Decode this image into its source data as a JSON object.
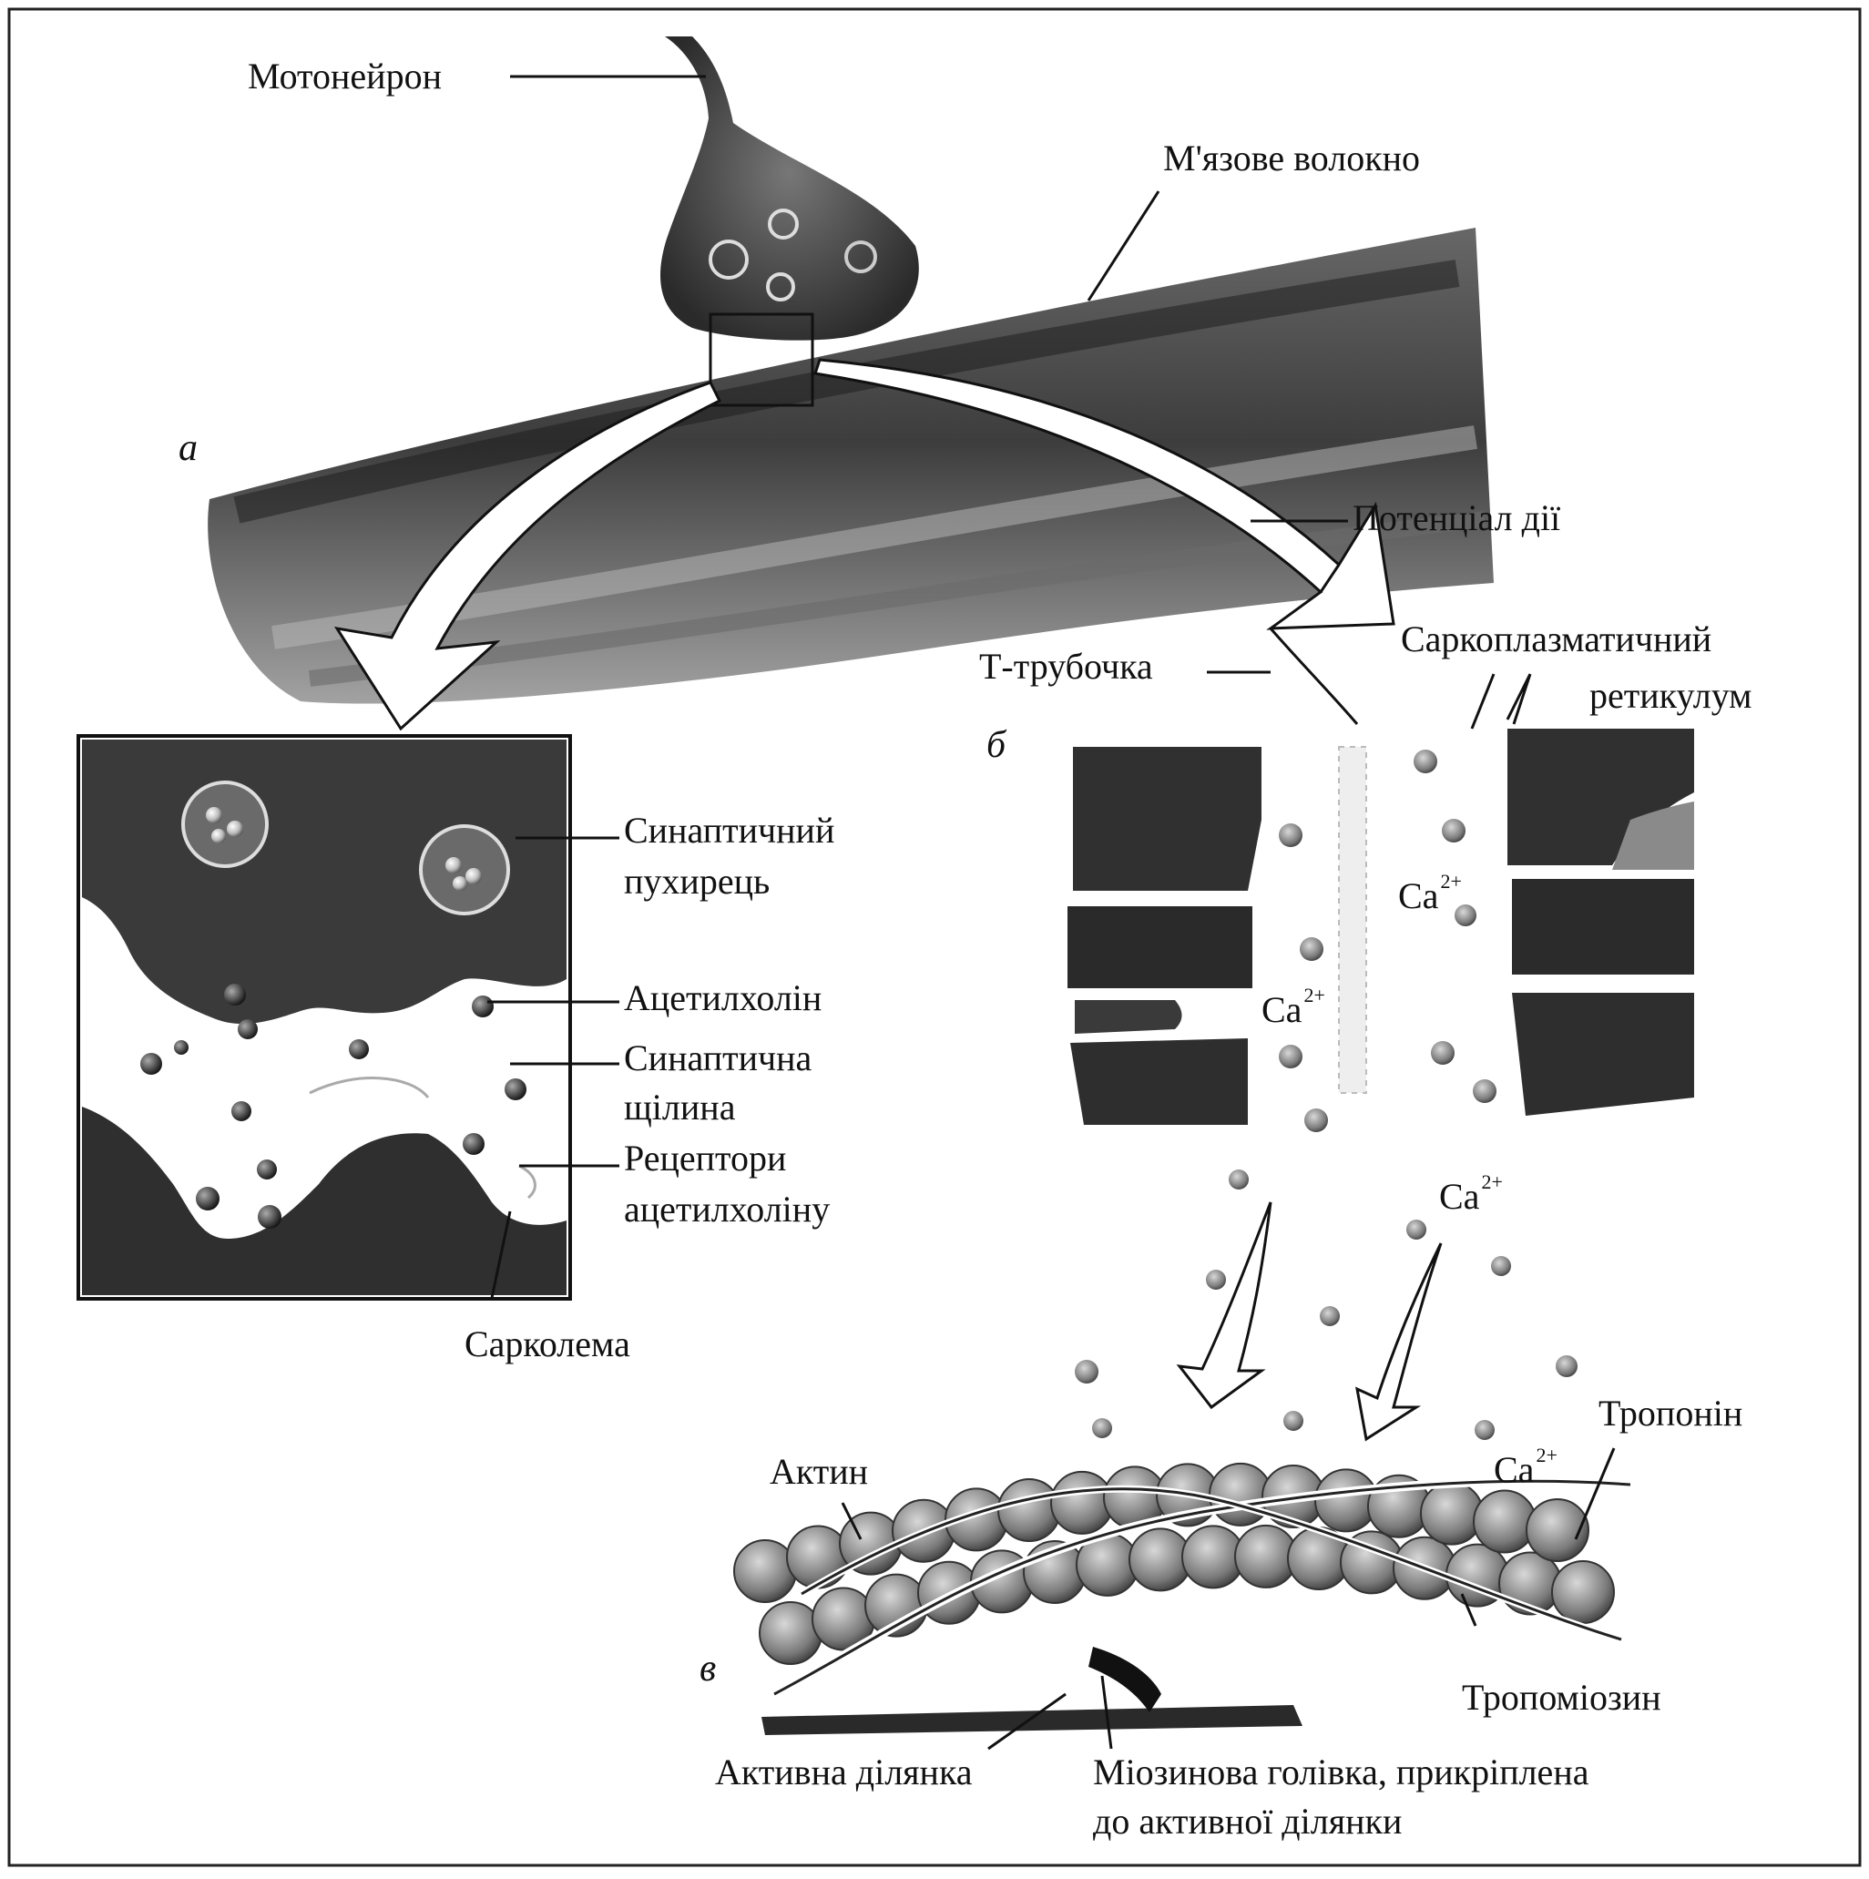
{
  "labels": {
    "motoneuron": "Мотонейрон",
    "muscle_fiber": "М'язове волокно",
    "action_potential": "Потенціал дії",
    "t_tubule": "Т-трубочка",
    "sarcoplasmic_reticulum_line1": "Саркоплазматичний",
    "sarcoplasmic_reticulum_line2": "ретикулум",
    "synaptic_vesicle_line1": "Синаптичний",
    "synaptic_vesicle_line2": "пухирець",
    "acetylcholine": "Ацетилхолін",
    "synaptic_cleft_line1": "Синаптична",
    "synaptic_cleft_line2": "щілина",
    "ach_receptors_line1": "Рецептори",
    "ach_receptors_line2": "ацетилхоліну",
    "sarcolemma": "Сарколема",
    "actin": "Актин",
    "troponin": "Тропонін",
    "tropomyosin": "Тропоміозин",
    "active_site": "Активна ділянка",
    "myosin_head_line1": "Міозинова голівка, прикріплена",
    "myosin_head_line2": "до активної ділянки"
  },
  "panel_letters": {
    "a": "а",
    "b": "б",
    "c": "в"
  },
  "ions": {
    "symbol": "Ca",
    "charge": "2+"
  }
}
